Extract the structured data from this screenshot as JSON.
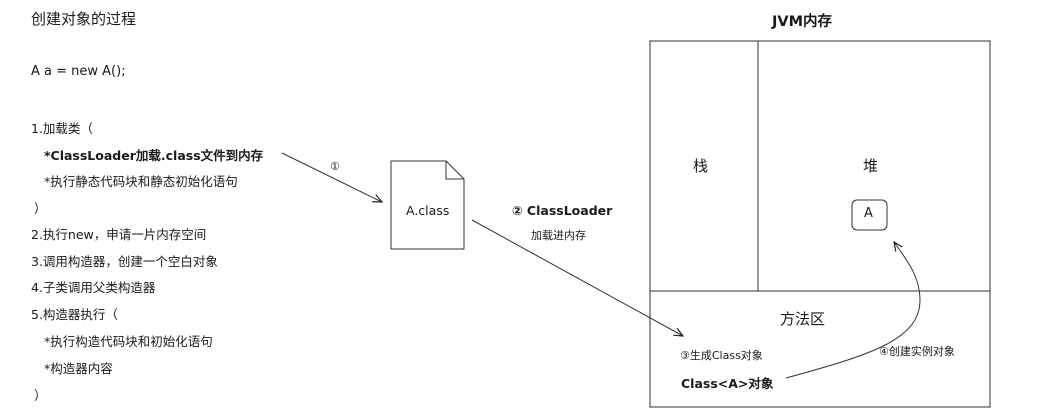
{
  "left": {
    "title": "创建对象的过程",
    "code": "A a = new A();",
    "steps": [
      "1.加载类（",
      "*ClassLoader加载.class文件到内存",
      "*执行静态代码块和静态初始化语句",
      "）",
      "2.执行new，申请一片内存空间",
      "3.调用构造器，创建一个空白对象",
      "4.子类调用父类构造器",
      "5.构造器执行（",
      "*执行构造代码块和初始化语句",
      "*构造器内容",
      "）"
    ]
  },
  "file": {
    "label": "A.class"
  },
  "arrows": {
    "one": "①",
    "two": "② ClassLoader",
    "two_sub": "加载进内存",
    "three": "③生成Class对象",
    "four": "④创建实例对象"
  },
  "jvm": {
    "title": "JVM内存",
    "stack": "栈",
    "heap": "堆",
    "instance": "A",
    "method_area": "方法区",
    "class_obj": "Class<A>对象"
  }
}
